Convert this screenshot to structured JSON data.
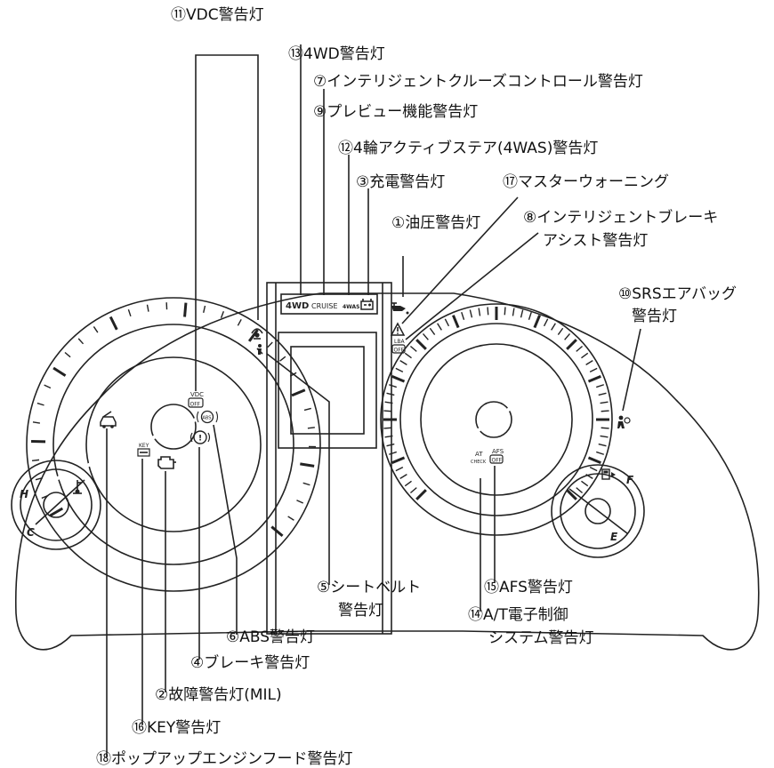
{
  "labels": {
    "l11": "⑪VDC警告灯",
    "l13": "⑬4WD警告灯",
    "l7": "⑦インテリジェントクルーズコントロール警告灯",
    "l9": "⑨プレビュー機能警告灯",
    "l12": "⑫4輪アクティブステア(4WAS)警告灯",
    "l3": "③充電警告灯",
    "l17": "⑰マスターウォーニング",
    "l1": "①油圧警告灯",
    "l8a": "⑧インテリジェントブレーキ",
    "l8b": "アシスト警告灯",
    "l10a": "⑩SRSエアバッグ",
    "l10b": "警告灯",
    "l5a": "⑤シートベルト",
    "l5b": "警告灯",
    "l15": "⑮AFS警告灯",
    "l14a": "⑭A/T電子制御",
    "l14b": "システム警告灯",
    "l6": "⑥ABS警告灯",
    "l4": "④ブレーキ警告灯",
    "l2": "②故障警告灯(MIL)",
    "l16": "⑯KEY警告灯",
    "l18": "⑱ポップアップエンジンフード警告灯"
  },
  "indicators": {
    "4wd": "4WD",
    "cruise": "CRUISE",
    "4was": "4WAS",
    "vdc": "VDC",
    "vdc_off": "OFF",
    "key": "KEY",
    "abs": "ABS",
    "at": "AT",
    "check": "CHECK",
    "afs": "AFS",
    "afs_off": "OFF",
    "lba": "LBA",
    "lba_off": "OFF",
    "gauge_h": "H",
    "gauge_c": "C",
    "gauge_f": "F",
    "gauge_e": "E"
  },
  "icons": [
    "battery-icon",
    "oil-pressure-icon",
    "master-warning-icon",
    "seatbelt-icon",
    "airbag-icon",
    "engine-check-icon",
    "brake-icon",
    "popup-hood-icon",
    "coolant-temp-icon",
    "fuel-pump-icon",
    "preview-icon"
  ],
  "colors": {
    "line": "#222222",
    "background": "#ffffff"
  }
}
